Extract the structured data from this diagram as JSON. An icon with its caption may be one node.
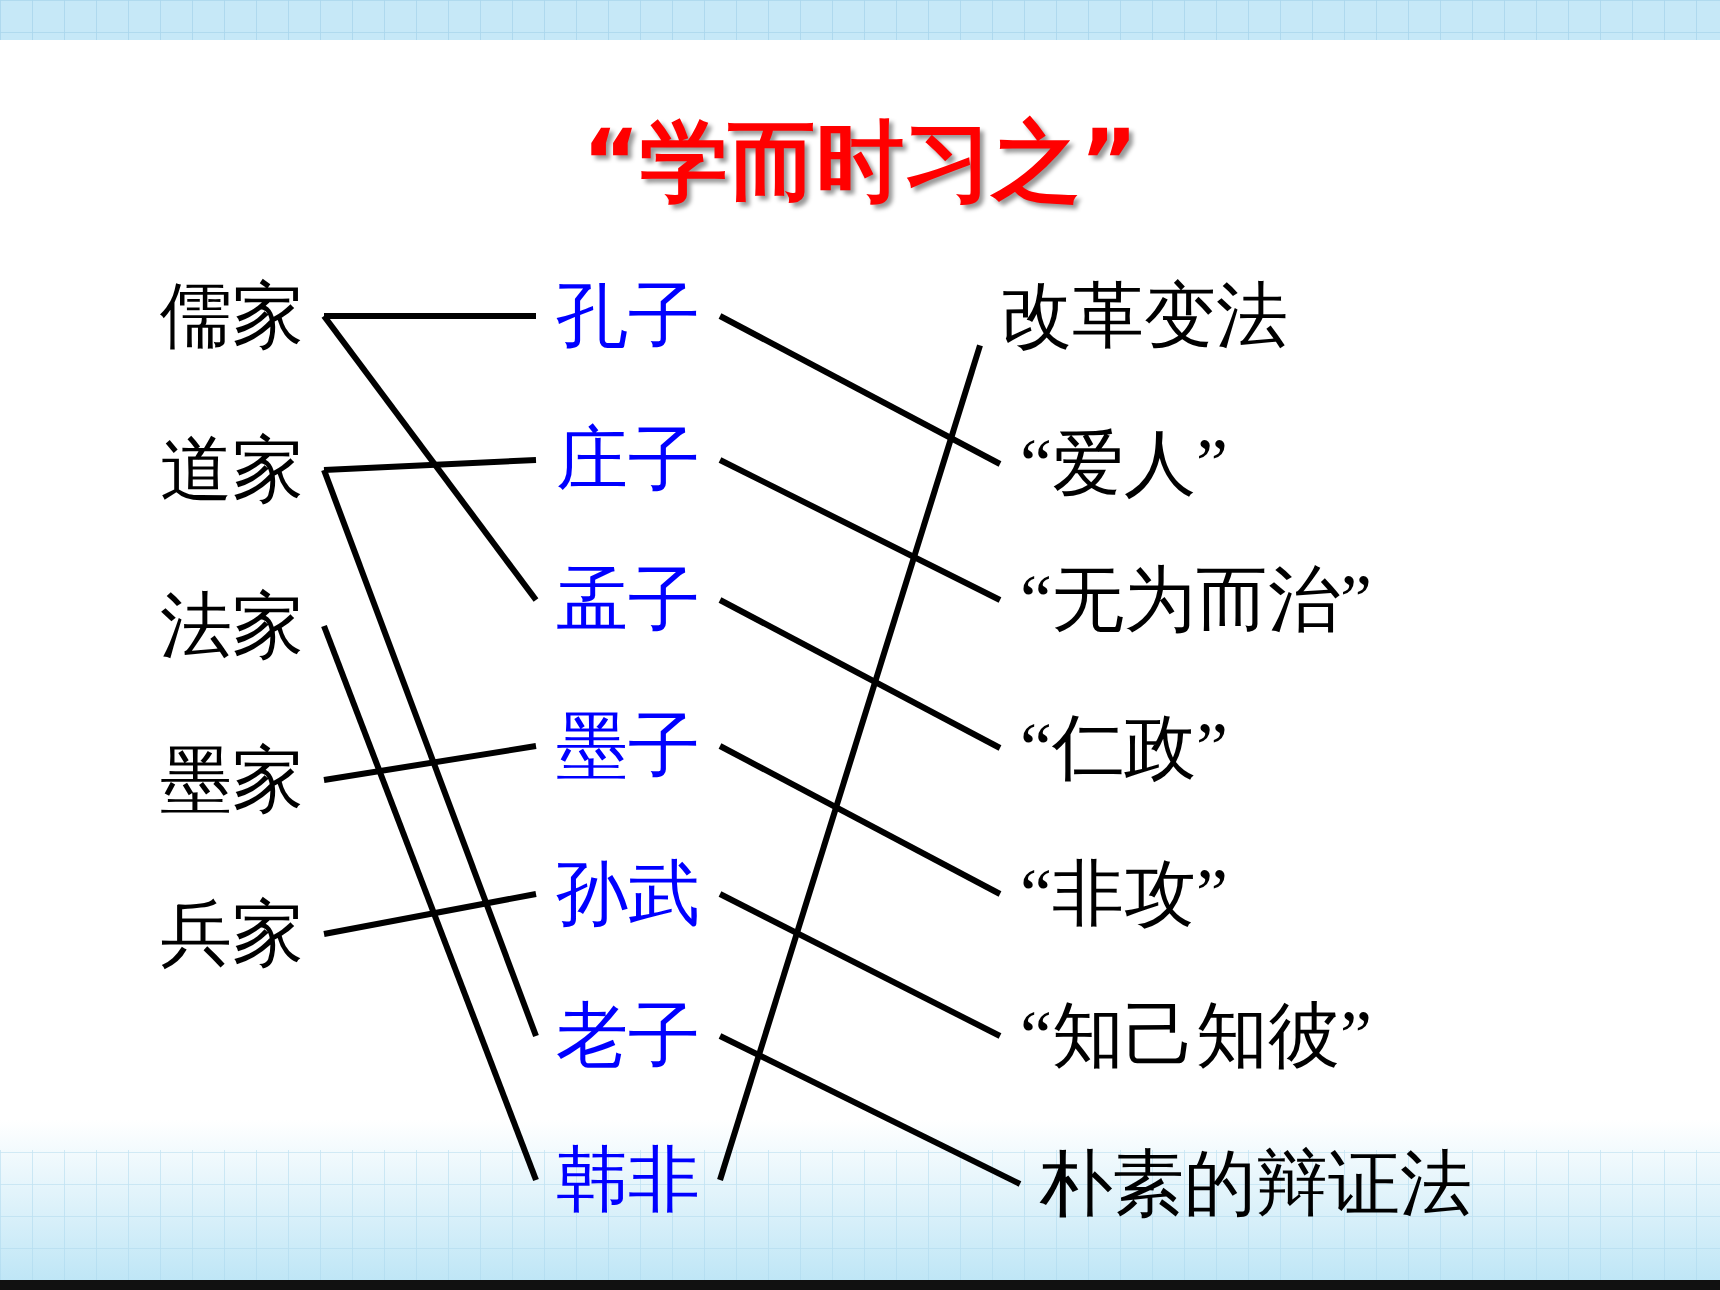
{
  "diagram": {
    "title": "“学而时习之”",
    "nodes": [
      {
        "text": [
          "儒家"
        ]
      },
      {
        "text": [
          "道家"
        ]
      },
      {
        "text": [
          "法家"
        ]
      },
      {
        "text": [
          "墨家"
        ]
      },
      {
        "text": [
          "兵家"
        ]
      },
      {
        "text": [
          "孔子"
        ]
      },
      {
        "text": [
          "庄子"
        ]
      },
      {
        "text": [
          "孟子"
        ]
      },
      {
        "text": [
          "墨子"
        ]
      },
      {
        "text": [
          "孙武"
        ]
      },
      {
        "text": [
          "老子"
        ]
      },
      {
        "text": [
          "韩非"
        ]
      },
      {
        "text": [
          "改革变法"
        ]
      },
      {
        "text": [
          "“爱人”"
        ]
      },
      {
        "text": [
          "“无为而治”"
        ]
      },
      {
        "text": [
          "“仁政”"
        ]
      },
      {
        "text": [
          "“非攻”"
        ]
      },
      {
        "text": [
          "“知己知彼”"
        ]
      },
      {
        "text": [
          "朴素的辩证法"
        ]
      }
    ],
    "edges": [
      {
        "from": 0,
        "to": 5,
        "arrow": "none"
      },
      {
        "from": 0,
        "to": 7,
        "arrow": "none"
      },
      {
        "from": 1,
        "to": 6,
        "arrow": "none"
      },
      {
        "from": 1,
        "to": 10,
        "arrow": "none"
      },
      {
        "from": 2,
        "to": 11,
        "arrow": "none"
      },
      {
        "from": 3,
        "to": 8,
        "arrow": "none"
      },
      {
        "from": 4,
        "to": 9,
        "arrow": "none"
      },
      {
        "from": 5,
        "to": 13,
        "arrow": "none"
      },
      {
        "from": 6,
        "to": 14,
        "arrow": "none"
      },
      {
        "from": 7,
        "to": 15,
        "arrow": "none"
      },
      {
        "from": 8,
        "to": 16,
        "arrow": "none"
      },
      {
        "from": 9,
        "to": 17,
        "arrow": "none"
      },
      {
        "from": 10,
        "to": 18,
        "arrow": "none"
      },
      {
        "from": 11,
        "to": 12,
        "arrow": "none"
      }
    ]
  }
}
